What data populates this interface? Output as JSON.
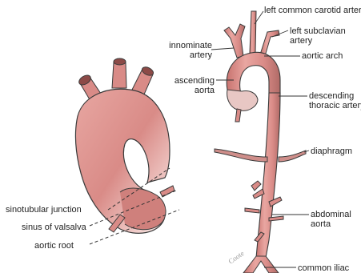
{
  "colors": {
    "vessel_fill": "#d98b87",
    "vessel_light": "#f0c2be",
    "vessel_dark": "#a8605c",
    "outline": "#3b3b3b",
    "leader": "#333333"
  },
  "labels": {
    "left_common_carotid": "left common carotid artery",
    "left_subclavian": "left subclavian\nartery",
    "innominate": "innominate\nartery",
    "aortic_arch": "aortic arch",
    "ascending_aorta": "ascending\naorta",
    "descending_thoracic": "descending\nthoracic artery",
    "diaphragm": "diaphragm",
    "abdominal_aorta": "abdominal\naorta",
    "common_iliac": "common iliac",
    "sinotubular_junction": "sinotubular junction",
    "sinus_of_valsalva": "sinus of valsalva",
    "aortic_root": "aortic root"
  },
  "signature": "Coote"
}
